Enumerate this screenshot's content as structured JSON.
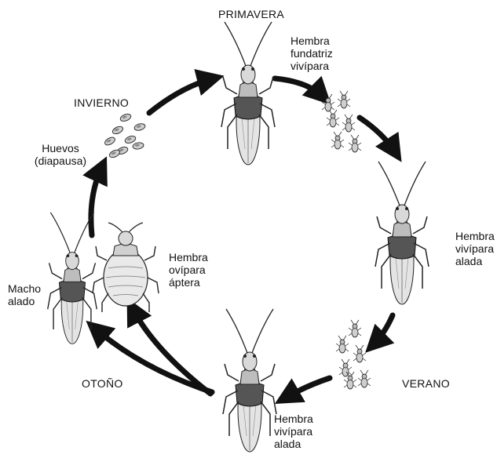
{
  "seasons": {
    "spring": "PRIMAVERA",
    "summer": "VERANO",
    "autumn": "OTOÑO",
    "winter": "INVIERNO"
  },
  "stages": {
    "spring_female": "Hembra\nfundatriz\nvivípara",
    "summer_female": "Hembra\nvivípara\nalada",
    "autumn_female": "Hembra\nvivípara\nalada",
    "oviparous_female": "Hembra\novípara\náptera",
    "winged_male": "Macho\nalado",
    "eggs": "Huevos\n(diapausa)"
  },
  "icons": {
    "arrow": "curved-arrow-icon",
    "winged_aphid": "winged-aphid-illustration",
    "wingless_aphid": "wingless-aphid-illustration",
    "nymph": "nymph-illustration",
    "egg": "egg-illustration"
  },
  "colors": {
    "ink": "#111111",
    "background": "#ffffff"
  }
}
